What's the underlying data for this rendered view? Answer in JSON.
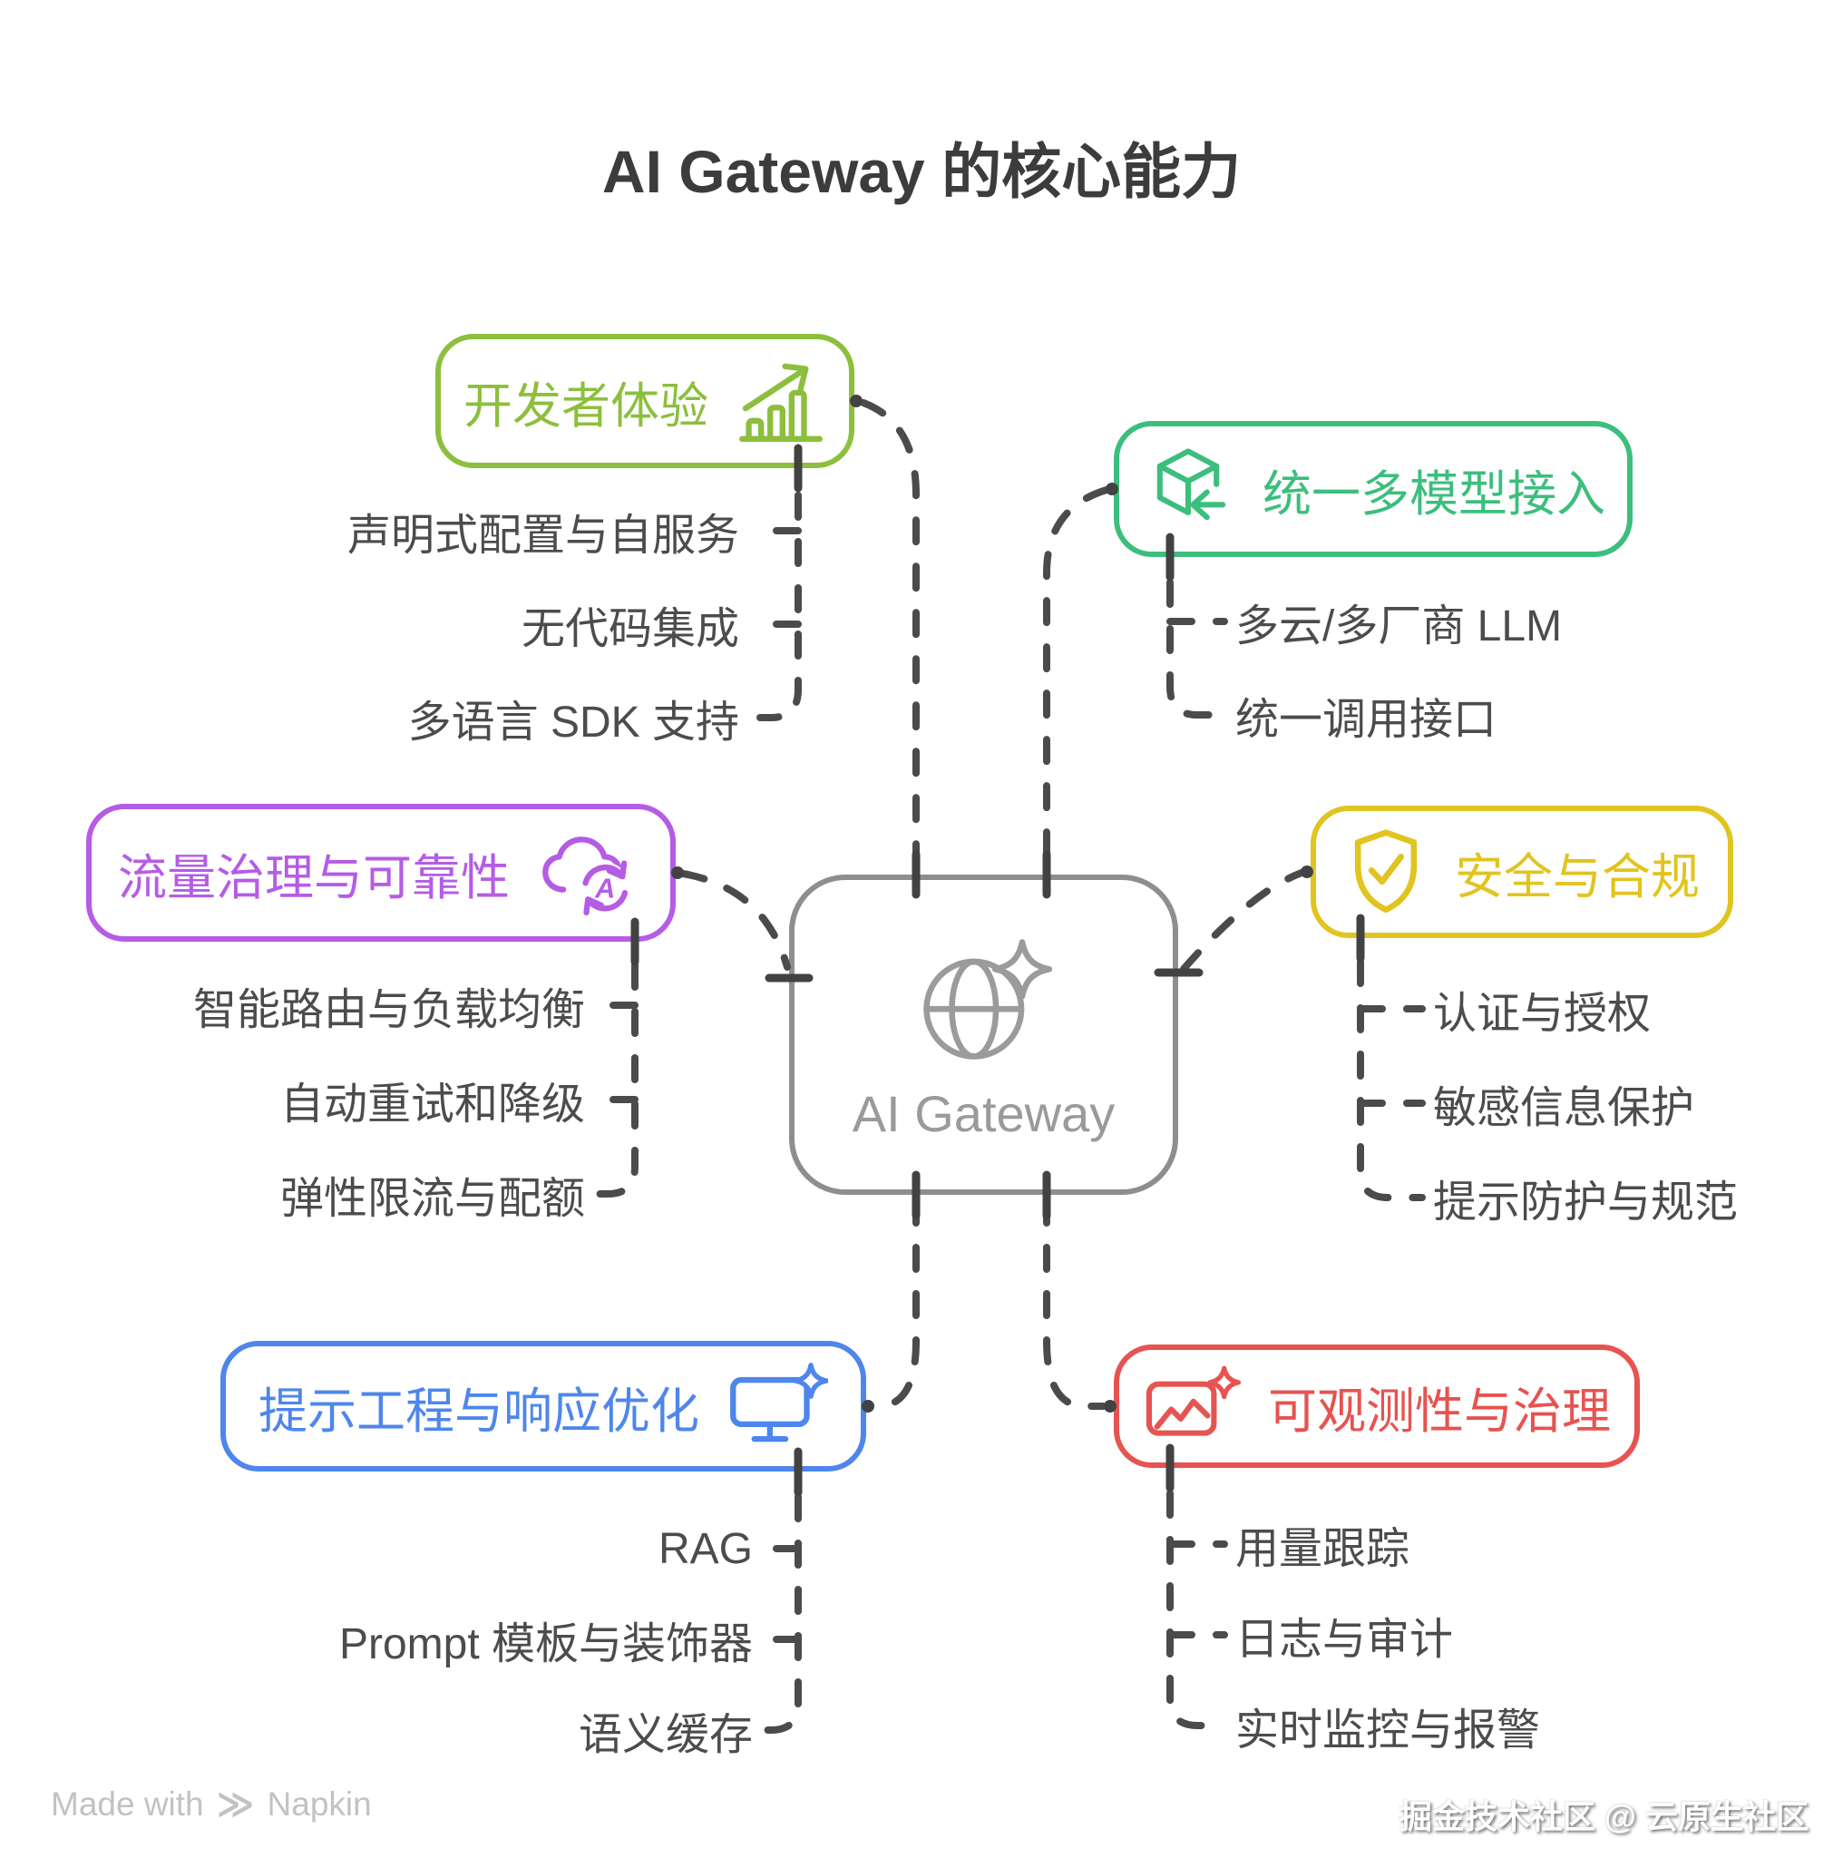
{
  "title": "AI Gateway 的核心能力",
  "center": {
    "label": "AI Gateway",
    "icon": "globe-sparkle-icon",
    "border_color": "#8e8e8e",
    "text_color": "#9a9a9a"
  },
  "branches": [
    {
      "id": "developer-experience",
      "label": "开发者体验",
      "icon": "growth-chart-icon",
      "color": "#8cbf3d",
      "items": [
        "声明式配置与自服务",
        "无代码集成",
        "多语言 SDK 支持"
      ]
    },
    {
      "id": "unified-model-access",
      "label": "统一多模型接入",
      "icon": "cube-import-icon",
      "color": "#3cbe7d",
      "items": [
        "多云/多厂商 LLM",
        "统一调用接口"
      ]
    },
    {
      "id": "traffic-governance-reliability",
      "label": "流量治理与可靠性",
      "icon": "cloud-sync-icon",
      "color": "#b55ce6",
      "items": [
        "智能路由与负载均衡",
        "自动重试和降级",
        "弹性限流与配额"
      ]
    },
    {
      "id": "security-compliance",
      "label": "安全与合规",
      "icon": "shield-check-icon",
      "color": "#e1c41f",
      "items": [
        "认证与授权",
        "敏感信息保护",
        "提示防护与规范"
      ]
    },
    {
      "id": "prompt-engineering-response-optimization",
      "label": "提示工程与响应优化",
      "icon": "monitor-sparkle-icon",
      "color": "#4e86ec",
      "items": [
        "RAG",
        "Prompt 模板与装饰器",
        "语义缓存"
      ]
    },
    {
      "id": "observability-governance",
      "label": "可观测性与治理",
      "icon": "image-sparkle-icon",
      "color": "#e65350",
      "items": [
        "用量跟踪",
        "日志与审计",
        "实时监控与报警"
      ]
    }
  ],
  "connector_color": "#4b4b4b",
  "footer": {
    "made_with": "Made with",
    "brand": "Napkin",
    "credit": "掘金技术社区 @ 云原生社区"
  }
}
